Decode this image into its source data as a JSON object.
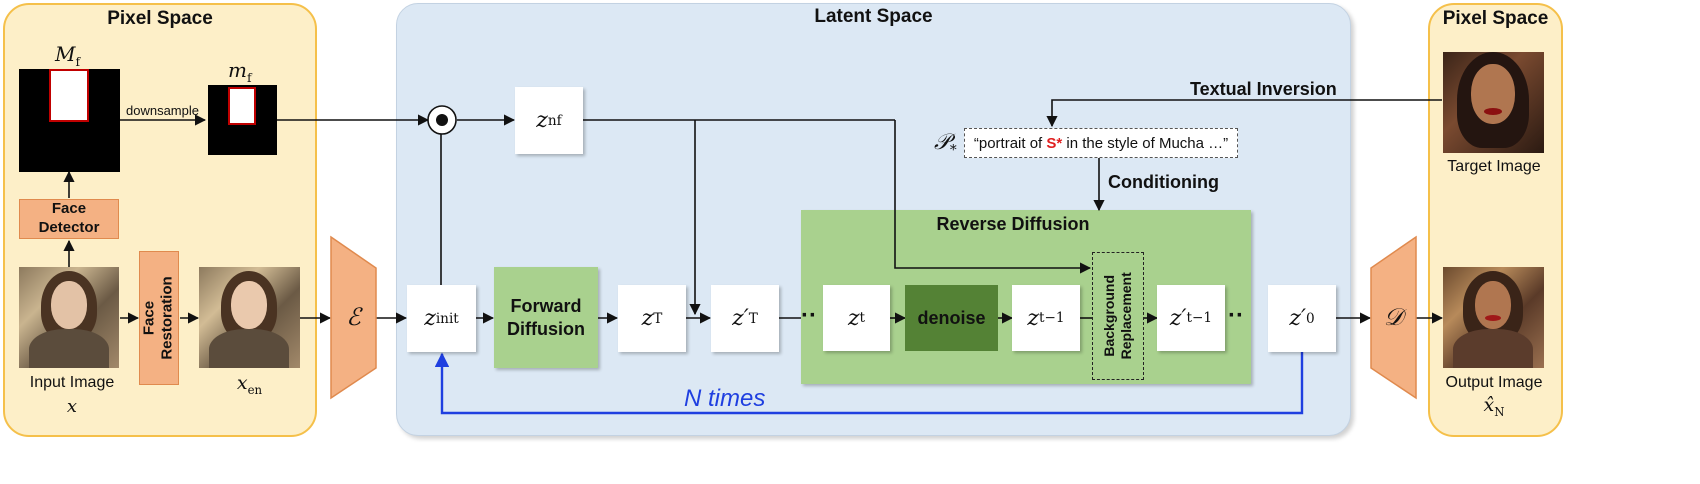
{
  "pixel_space_left": {
    "title": "Pixel Space",
    "mask_full_label_main": "M",
    "mask_full_label_sub": "f",
    "mask_small_label_main": "m",
    "mask_small_label_sub": "f",
    "downsample_label": "downsample",
    "face_detector_line1": "Face",
    "face_detector_line2": "Detector",
    "face_restoration_line1": "Face",
    "face_restoration_line2": "Restoration",
    "input_image_label": "Input Image",
    "input_image_var": "x",
    "enhanced_var_main": "x",
    "enhanced_var_sub": "en"
  },
  "latent_space": {
    "title": "Latent Space",
    "z_nf_main": "z",
    "z_nf_sub": "nf",
    "z_init_main": "z",
    "z_init_sub": "init",
    "forward_line1": "Forward",
    "forward_line2": "Diffusion",
    "z_T_main": "z",
    "z_T_sub": "T",
    "z_T_prime_main": "z′",
    "z_T_prime_sub": "T",
    "ellipsis_left": "··",
    "ellipsis_right": "··",
    "reverse_title": "Reverse Diffusion",
    "z_t_main": "z",
    "z_t_sub": "t",
    "denoise_label": "denoise",
    "z_t1_main": "z",
    "z_t1_sub": "t−1",
    "bg_line1": "Background",
    "bg_line2": "Replacement",
    "z_t1_prime_main": "z′",
    "z_t1_prime_sub": "t−1",
    "z_0_prime_main": "z′",
    "z_0_prime_sub": "0",
    "prompt_symbol_main": "𝒫",
    "prompt_symbol_sub": "*",
    "prompt_before": "“portrait of ",
    "prompt_token": "S*",
    "prompt_after": " in the style of Mucha …”",
    "conditioning_label": "Conditioning",
    "textual_inversion_label": "Textual Inversion",
    "n_times_label": "N times",
    "encoder_symbol": "ℰ",
    "decoder_symbol": "𝒟"
  },
  "pixel_space_right": {
    "title": "Pixel Space",
    "target_image_label": "Target Image",
    "output_image_label": "Output Image",
    "output_var_main": "x̂",
    "output_var_sub": "N"
  },
  "colors": {
    "pixel_panel_fill": "#fdefc8",
    "pixel_panel_border": "#f5c04a",
    "latent_panel_fill": "#dce8f4",
    "orange": "#f4b183",
    "green_light": "#a9d18e",
    "green_dark": "#548235",
    "loop_arrow": "#1f3fe0",
    "token_red": "#e02020",
    "mask_border_red": "#c00000"
  }
}
